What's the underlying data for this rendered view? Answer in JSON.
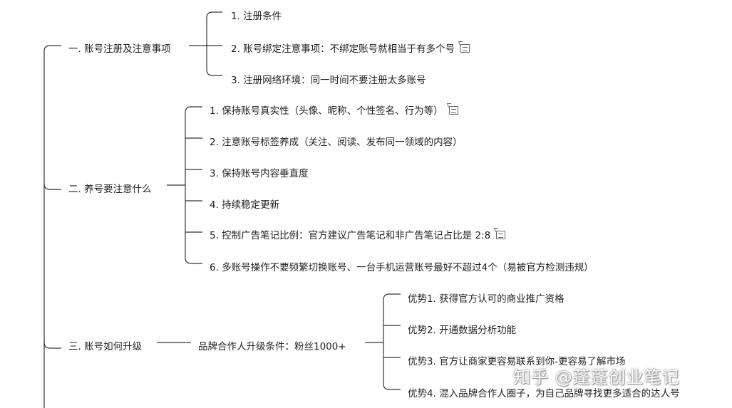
{
  "mindmap": {
    "branch1": {
      "label": "一. 账号注册及注意事项",
      "items": [
        "1. 注册条件",
        "2. 账号绑定注意事项：不绑定账号就相当于有多个号",
        "3. 注册网络环境：同一时间不要注册太多账号"
      ]
    },
    "branch2": {
      "label": "二. 养号要注意什么",
      "items": [
        "1. 保持账号真实性（头像、昵称、个性签名、行为等）",
        "2. 注意账号标签养成（关注、阅读、发布同一领域的内容）",
        "3. 保持账号内容垂直度",
        "4. 持续稳定更新",
        "5. 控制广告笔记比例：官方建议广告笔记和非广告笔记占比是 2:8",
        "6. 多账号操作不要频繁切换账号、一台手机运营账号最好不超过4个（易被官方检测违规）"
      ]
    },
    "branch3": {
      "label": "三. 账号如何升级",
      "middle": "品牌合作人升级条件：粉丝1000+",
      "items": [
        "优势1. 获得官方认可的商业推广资格",
        "优势2. 开通数据分析功能",
        "优势3. 官方让商家更容易联系到你-更容易了解市场",
        "优势4. 混入品牌合作人圈子，为自己品牌寻找更多适合的达人号"
      ]
    }
  },
  "watermark": "知乎 @蓬蓬创业笔记",
  "colors": {
    "line": "#333333",
    "text": "#222222"
  },
  "icons": [
    "note-icon"
  ]
}
